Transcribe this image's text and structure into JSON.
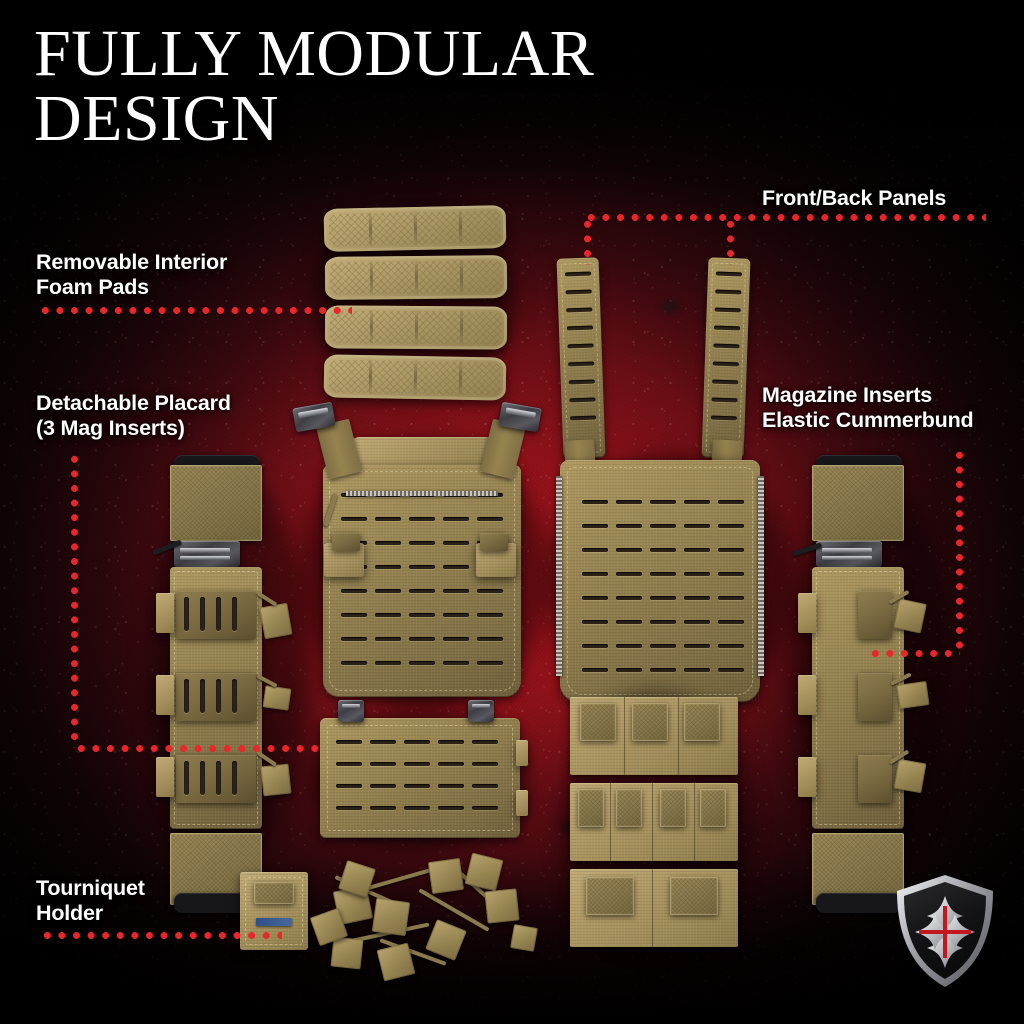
{
  "title": {
    "line1": "FULLY MODULAR",
    "line2": "DESIGN"
  },
  "colors": {
    "accent_red": "#e8262b",
    "background_center": "#aa161e",
    "background_edge": "#060203",
    "text": "#ffffff",
    "gear_tan": "#9d8a56"
  },
  "callouts": [
    {
      "id": "removable-interior-foam-pads",
      "line1": "Removable Interior",
      "line2": "Foam Pads",
      "side": "left"
    },
    {
      "id": "detachable-placard",
      "line1": "Detachable Placard",
      "line2": "(3 Mag Inserts)",
      "side": "left"
    },
    {
      "id": "tourniquet-holder",
      "line1": "Tourniquet",
      "line2": "Holder",
      "side": "left"
    },
    {
      "id": "front-back-panels",
      "line1": "Front/Back Panels",
      "line2": "",
      "side": "right"
    },
    {
      "id": "magazine-inserts-elastic-cummerbund",
      "line1": "Magazine Inserts",
      "line2": "Elastic Cummerbund",
      "side": "right"
    }
  ],
  "logo": {
    "name": "shield-cross-logo",
    "shield_color": "#1a1a1c",
    "cross_color": "#d9dade",
    "inner_cross_color": "#c41820"
  },
  "product": {
    "foam_pads_count": 4,
    "magazine_insert_panels": 3,
    "cummerbund_mag_pockets": 3
  }
}
